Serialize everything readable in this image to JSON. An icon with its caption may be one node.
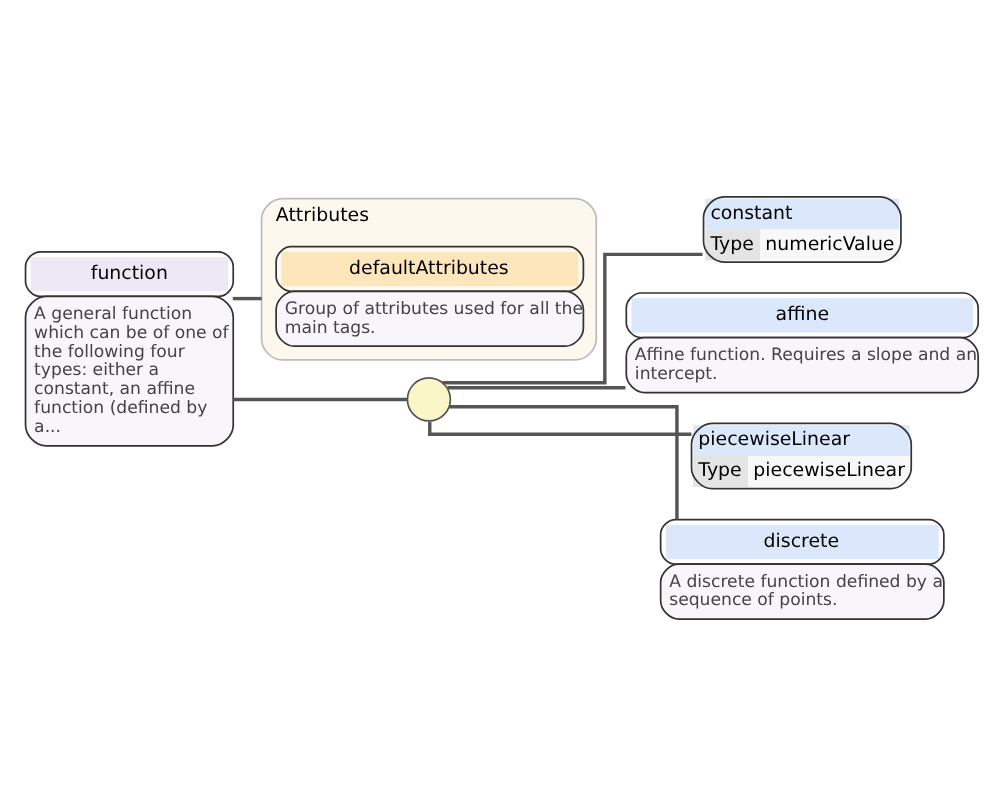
{
  "diagram": {
    "nodes": [
      {
        "text": [
          "function",
          "A general function which can be of one of the following four types: either a constant, an affine function (defined by a..."
        ]
      },
      {
        "text": [
          "Attributes"
        ]
      },
      {
        "text": [
          "defaultAttributes",
          "Group of attributes used for all the main tags."
        ],
        "in": 1
      },
      {
        "text": [],
        "shape": "circle"
      },
      {
        "text": [
          "constant",
          "Type",
          "numericValue"
        ]
      },
      {
        "text": [
          "affine",
          "Affine function. Requires a slope and an intercept."
        ]
      },
      {
        "text": [
          "piecewiseLinear",
          "Type",
          "piecewiseLinear"
        ]
      },
      {
        "text": [
          "discrete",
          "A discrete function defined by a sequence of points."
        ]
      }
    ],
    "edges": [
      {
        "from": 0,
        "to": 1,
        "arrow": "none"
      },
      {
        "from": 0,
        "to": 3,
        "arrow": "none"
      },
      {
        "from": 3,
        "to": 4,
        "arrow": "none"
      },
      {
        "from": 3,
        "to": 5,
        "arrow": "none"
      },
      {
        "from": 3,
        "to": 6,
        "arrow": "none"
      },
      {
        "from": 3,
        "to": 7,
        "arrow": "none"
      }
    ]
  }
}
